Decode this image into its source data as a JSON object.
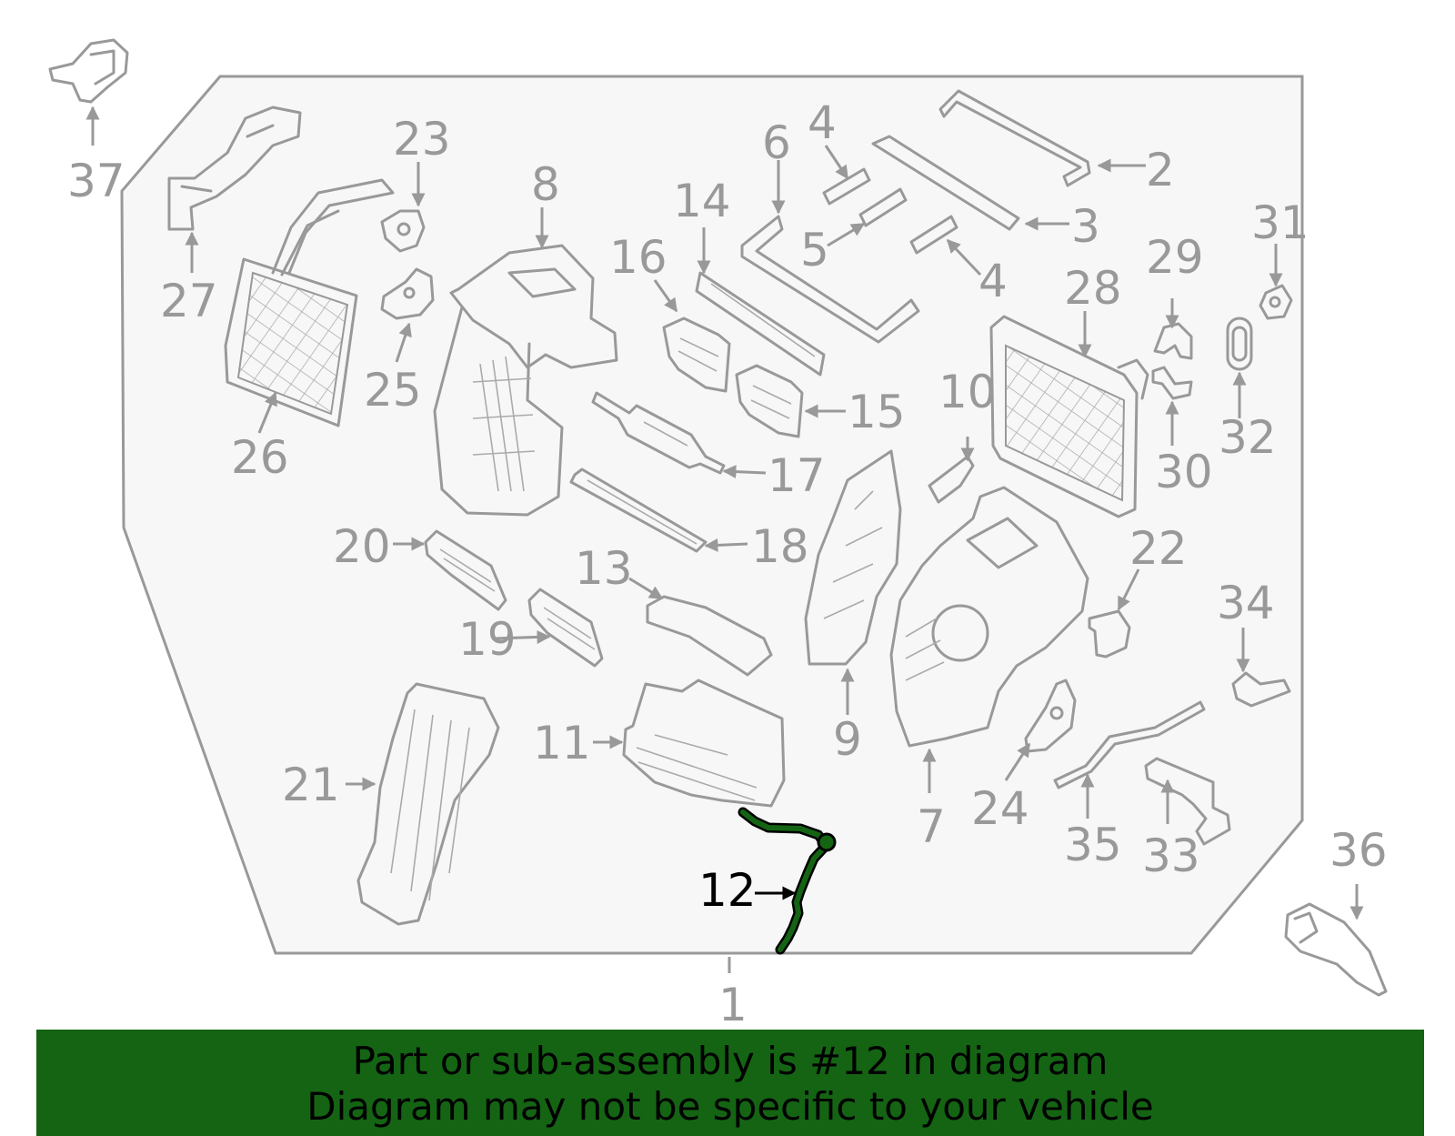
{
  "highlight": {
    "part_number": "12",
    "color": "#146414",
    "outline_color": "#000000"
  },
  "callouts": [
    "1",
    "2",
    "3",
    "4",
    "4",
    "5",
    "6",
    "7",
    "8",
    "9",
    "10",
    "11",
    "12",
    "13",
    "14",
    "15",
    "16",
    "17",
    "18",
    "19",
    "20",
    "21",
    "22",
    "23",
    "24",
    "25",
    "26",
    "27",
    "28",
    "29",
    "30",
    "31",
    "32",
    "33",
    "34",
    "35",
    "36",
    "37"
  ],
  "footer": {
    "line1": "Part or sub-assembly is #12 in diagram",
    "line2": "Diagram may not be specific to your vehicle",
    "background": "#146414"
  },
  "colors": {
    "line": "#999999",
    "panel": "#f7f7f7"
  }
}
